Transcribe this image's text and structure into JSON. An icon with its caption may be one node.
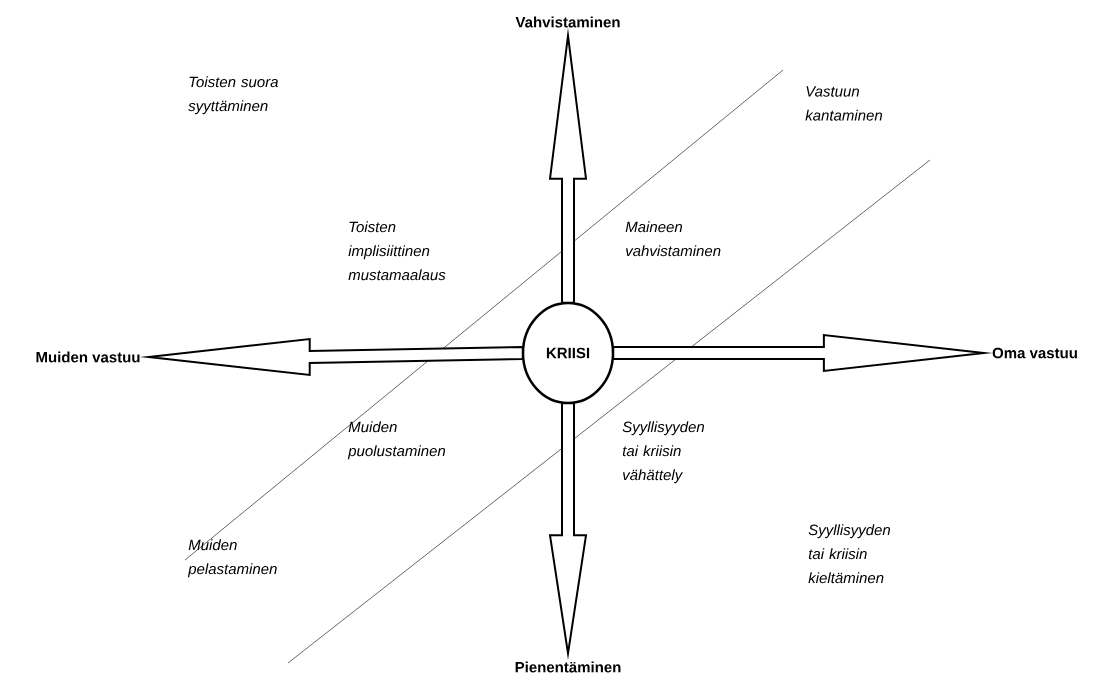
{
  "diagram": {
    "nodes": [
      {
        "text": [
          "Vahvistaminen"
        ]
      },
      {
        "text": [
          "Muiden vastuu"
        ]
      },
      {
        "text": [
          "KRIISI"
        ]
      },
      {
        "text": [
          "Oma vastuu"
        ]
      },
      {
        "text": [
          "Pienentäminen"
        ]
      }
    ],
    "edges": [
      {
        "from": 2,
        "to": 0,
        "arrow": "to"
      },
      {
        "from": 2,
        "to": 1,
        "arrow": "to"
      },
      {
        "from": 2,
        "to": 3,
        "arrow": "to"
      },
      {
        "from": 2,
        "to": 4,
        "arrow": "to"
      }
    ],
    "labels": [
      "Toisten suora syyttäminen",
      "Vastuun kantaminen",
      "Toisten implisiittinen mustamaalaus",
      "Maineen vahvistaminen",
      "Muiden puolustaminen",
      "Syyllisyyden tai kriisin vähättely",
      "Syyllisyyden tai kriisin kieltäminen",
      "Muiden pelastaminen"
    ]
  }
}
